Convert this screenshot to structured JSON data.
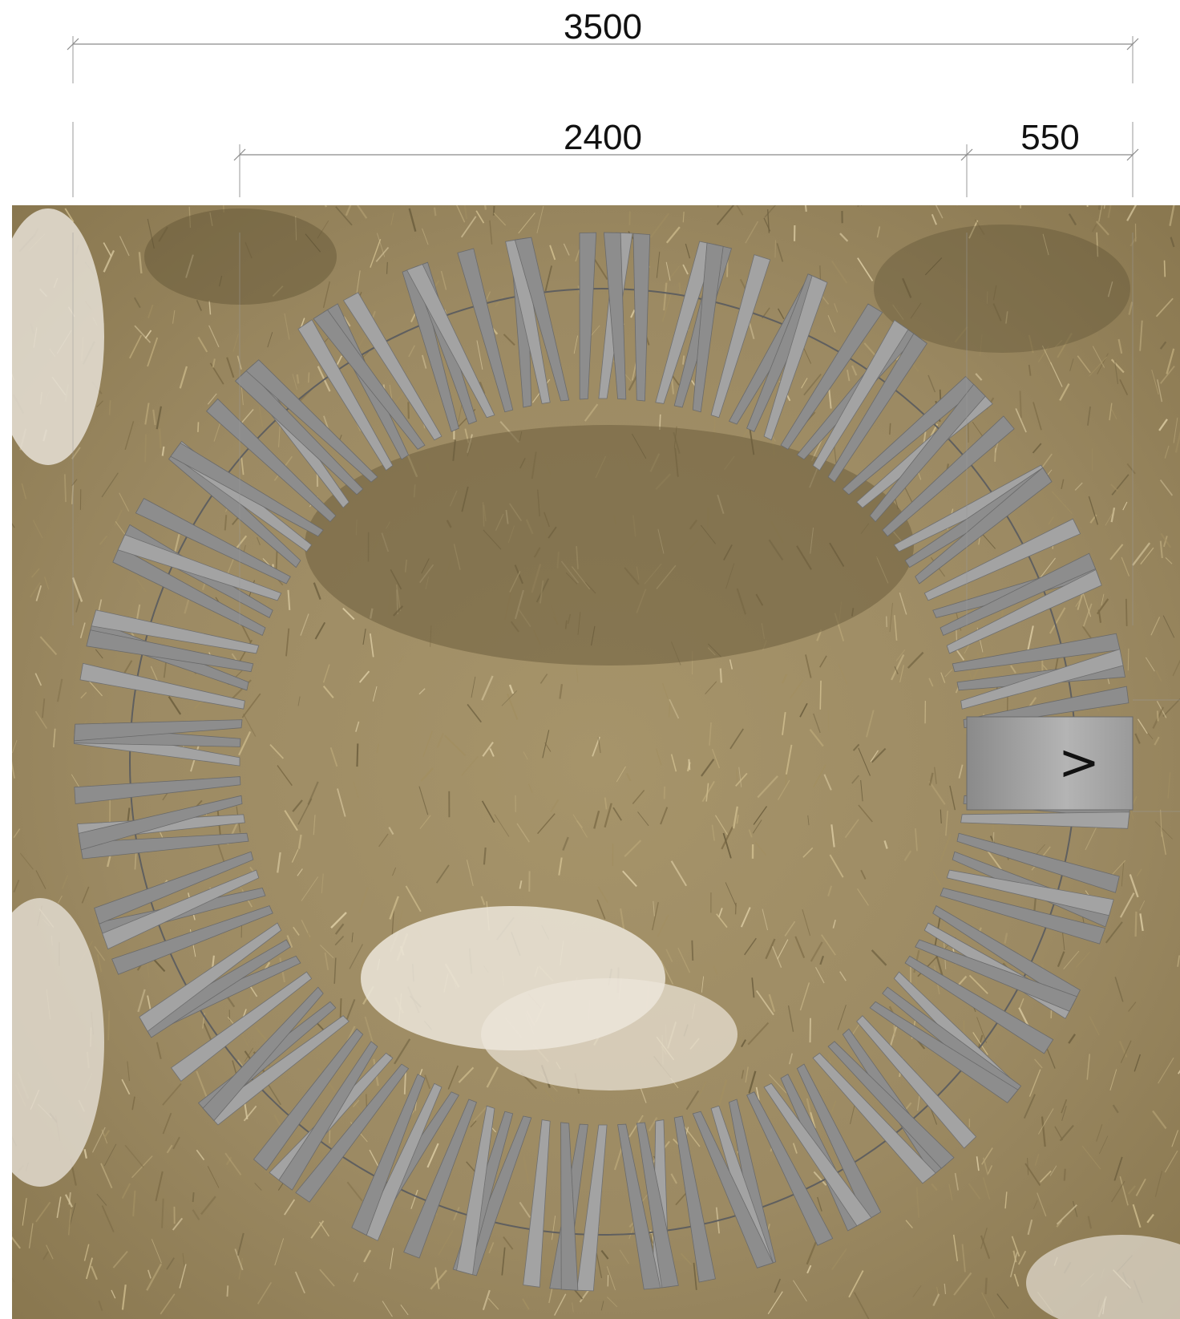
{
  "dimensions": {
    "overall": "3500",
    "inner": "2400",
    "ring_width": "550"
  },
  "entry_marker": ">",
  "colors": {
    "grass_base": "#9c8a63",
    "grass_dark": "#6d5f3e",
    "grass_light": "#cdbb8c",
    "sand": "#e6e0d6",
    "slat": "#8d8d8d",
    "ring_gap": "#5f5f5f",
    "entry_panel": "#9a9a9a"
  },
  "icons": {
    "entry_arrow": "chevron-right-icon"
  },
  "slat_count": 120
}
